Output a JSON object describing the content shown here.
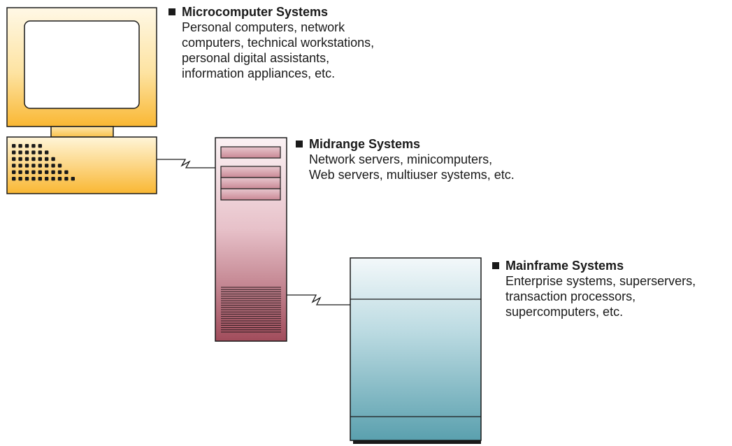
{
  "categories": [
    {
      "title": "Microcomputer Systems",
      "description": "Personal computers, network\ncomputers, technical workstations,\npersonal digital assistants,\ninformation appliances, etc."
    },
    {
      "title": "Midrange Systems",
      "description": "Network servers, minicomputers,\nWeb servers, multiuser systems, etc."
    },
    {
      "title": "Mainframe Systems",
      "description": "Enterprise systems, superservers,\ntransaction processors,\nsupercomputers, etc."
    }
  ],
  "colors": {
    "micro_fill": "#fbc03f",
    "micro_fill_light": "#fffbe8",
    "midrange_fill_top": "#f7eaee",
    "midrange_fill_bottom": "#a3505e",
    "mainframe_fill_top": "#f2f7fa",
    "mainframe_fill_bottom": "#4c97a6",
    "outline": "#1a1a1a"
  }
}
